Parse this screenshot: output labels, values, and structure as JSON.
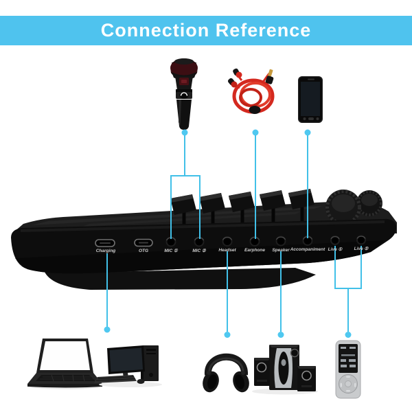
{
  "title": {
    "text": "Connection Reference"
  },
  "colors": {
    "banner_bg": "#4fc3ee",
    "banner_text": "#ffffff",
    "connector_line": "#41c0e8",
    "connector_dot": "#4fc8f0",
    "device_body": "#0d0d0d",
    "earphone_red": "#d4291f",
    "background": "#ffffff"
  },
  "device": {
    "description": "live sound card mixer, side view with sliders and knobs",
    "ports": [
      {
        "label": "Charging",
        "type": "usb-c"
      },
      {
        "label": "OTG",
        "type": "usb-c"
      },
      {
        "label": "MIC ①",
        "type": "3.5mm-jack"
      },
      {
        "label": "MIC ②",
        "type": "3.5mm-jack"
      },
      {
        "label": "Headset",
        "type": "3.5mm-jack"
      },
      {
        "label": "Earphone",
        "type": "3.5mm-jack"
      },
      {
        "label": "Speaker",
        "type": "3.5mm-jack"
      },
      {
        "label": "Accompaniment",
        "type": "3.5mm-jack"
      },
      {
        "label": "Live ①",
        "type": "3.5mm-jack"
      },
      {
        "label": "Live ②",
        "type": "3.5mm-jack"
      }
    ]
  },
  "connected_devices": {
    "top": [
      {
        "name": "handheld microphone",
        "connects_to": [
          "MIC ①",
          "MIC ②"
        ]
      },
      {
        "name": "red wired earphones",
        "connects_to": [
          "Earphone"
        ]
      },
      {
        "name": "smartphone",
        "connects_to": [
          "Accompaniment"
        ]
      }
    ],
    "bottom": [
      {
        "name": "laptop and desktop computer",
        "connects_to": [
          "Charging"
        ]
      },
      {
        "name": "headphones",
        "connects_to": [
          "Headset"
        ]
      },
      {
        "name": "2.1 speaker system",
        "connects_to": [
          "Speaker"
        ]
      },
      {
        "name": "mp3 player",
        "connects_to": [
          "Live ①",
          "Live ②"
        ]
      }
    ]
  }
}
